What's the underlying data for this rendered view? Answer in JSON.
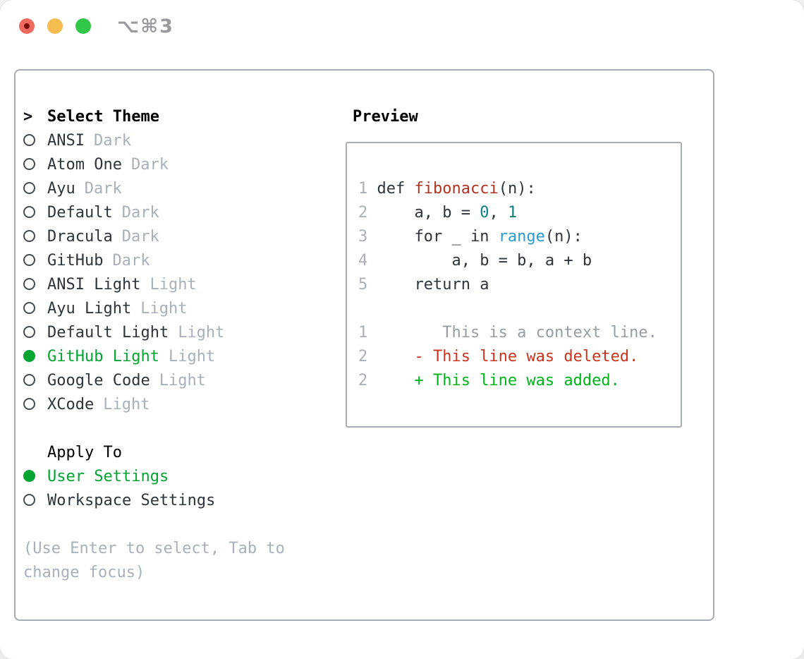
{
  "window": {
    "title": "⌥⌘3"
  },
  "colors": {
    "fg": "#2e343c",
    "muted": "#a8b0bb",
    "heading": "#000000",
    "selected_green": "#04a433",
    "func_red": "#b23321",
    "number_teal": "#0d7e86",
    "builtin_blue": "#2a9bd3",
    "deleted_red": "#cb341c",
    "added_green": "#00b519",
    "context_gray": "#959da6",
    "line_number": "#a8b0bb",
    "panel_border": "#a6adb7",
    "traffic_red": "#ee6a5f",
    "traffic_red_dot": "#7c0d05",
    "traffic_yellow": "#f5bd4f",
    "traffic_green": "#31c748",
    "title_gray": "#9a9aa0"
  },
  "theme_picker": {
    "prompt_marker": ">",
    "title": "Select Theme",
    "items": [
      {
        "name": "ANSI",
        "variant": "Dark",
        "selected": false
      },
      {
        "name": "Atom One",
        "variant": "Dark",
        "selected": false
      },
      {
        "name": "Ayu",
        "variant": "Dark",
        "selected": false
      },
      {
        "name": "Default",
        "variant": "Dark",
        "selected": false
      },
      {
        "name": "Dracula",
        "variant": "Dark",
        "selected": false
      },
      {
        "name": "GitHub",
        "variant": "Dark",
        "selected": false
      },
      {
        "name": "ANSI Light",
        "variant": "Light",
        "selected": false
      },
      {
        "name": "Ayu Light",
        "variant": "Light",
        "selected": false
      },
      {
        "name": "Default Light",
        "variant": "Light",
        "selected": false
      },
      {
        "name": "GitHub Light",
        "variant": "Light",
        "selected": true
      },
      {
        "name": "Google Code",
        "variant": "Light",
        "selected": false
      },
      {
        "name": "XCode",
        "variant": "Light",
        "selected": false
      }
    ],
    "apply_to": {
      "title": "Apply To",
      "options": [
        {
          "name": "User Settings",
          "selected": true
        },
        {
          "name": "Workspace Settings",
          "selected": false
        }
      ]
    },
    "hint_line1": "(Use Enter to select, Tab to",
    "hint_line2": "change focus)"
  },
  "preview": {
    "title": "Preview",
    "code_lines": [
      {
        "num": "1",
        "segments": [
          {
            "t": " def ",
            "c": "fg"
          },
          {
            "t": "fibonacci",
            "c": "func"
          },
          {
            "t": "(n):",
            "c": "fg"
          }
        ]
      },
      {
        "num": "2",
        "segments": [
          {
            "t": "     a, b = ",
            "c": "fg"
          },
          {
            "t": "0",
            "c": "num"
          },
          {
            "t": ", ",
            "c": "fg"
          },
          {
            "t": "1",
            "c": "num"
          }
        ]
      },
      {
        "num": "3",
        "segments": [
          {
            "t": "     for _ in ",
            "c": "fg"
          },
          {
            "t": "range",
            "c": "builtin"
          },
          {
            "t": "(n):",
            "c": "fg"
          }
        ]
      },
      {
        "num": "4",
        "segments": [
          {
            "t": "         a, b = b, a + b",
            "c": "fg"
          }
        ]
      },
      {
        "num": "5",
        "segments": [
          {
            "t": "     return a",
            "c": "fg"
          }
        ]
      }
    ],
    "diff_lines": [
      {
        "num": "1",
        "segments": [
          {
            "t": "        This is a context line.",
            "c": "ctx"
          }
        ]
      },
      {
        "num": "2",
        "segments": [
          {
            "t": "     - This line was deleted.",
            "c": "del"
          }
        ]
      },
      {
        "num": "2",
        "segments": [
          {
            "t": "     + This line was added.",
            "c": "add"
          }
        ]
      }
    ]
  }
}
